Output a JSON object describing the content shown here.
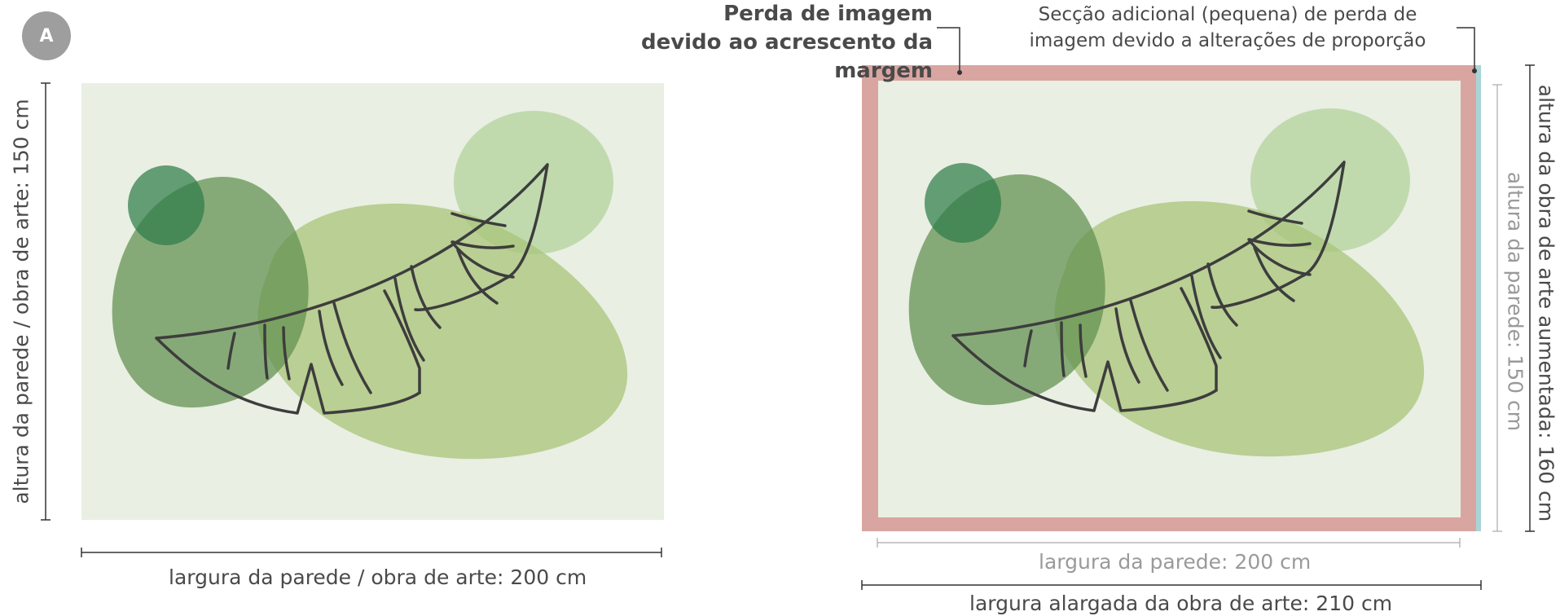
{
  "badge": {
    "label": "A"
  },
  "left_panel": {
    "width_label": "largura da parede / obra de arte: 200 cm",
    "height_label": "altura da parede / obra de arte: 150 cm"
  },
  "right_panel": {
    "margin_callout": [
      "Perda de imagem",
      "devido ao acrescento da",
      "margem"
    ],
    "ratio_callout": [
      "Secção adicional (pequena) de perda de",
      "imagem devido a alterações de proporção"
    ],
    "wall_width_label": "largura da parede: 200 cm",
    "extended_width_label": "largura alargada da obra de arte: 210 cm",
    "wall_height_label": "altura da parede: 150 cm",
    "extended_height_label": "altura da obra de arte aumentada: 160 cm"
  },
  "colors": {
    "background_art": "#e9efe3",
    "margin_loss": "#d9a5a1",
    "ratio_loss": "#a9d4d6",
    "blob_dark": "#5f8f4e",
    "blob_green": "#4c9a62",
    "blob_light": "#a9c47a",
    "blob_pale": "#b9d6a4",
    "leaf_stroke": "#3d3d3d"
  }
}
